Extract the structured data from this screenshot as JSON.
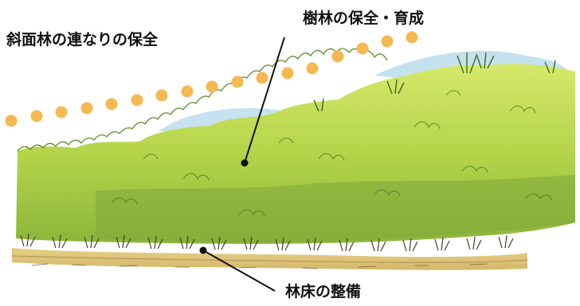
{
  "labels": {
    "slope_forest": "斜面林の連なりの保全",
    "tree_forest": "樹林の保全・育成",
    "forest_floor": "林床の整備"
  },
  "colors": {
    "ridge_dots": "#f6b850",
    "sky": "#bcdcec",
    "foliage_light": "#cbe15a",
    "foliage_mid": "#9cc43a",
    "foliage_dark": "#5f8a2a",
    "ground": "#d9c27a",
    "ground_dark": "#6d5a44",
    "leader_line": "#111111"
  },
  "illustration": {
    "subject": "hand-drawn wooded slope with forest floor"
  }
}
